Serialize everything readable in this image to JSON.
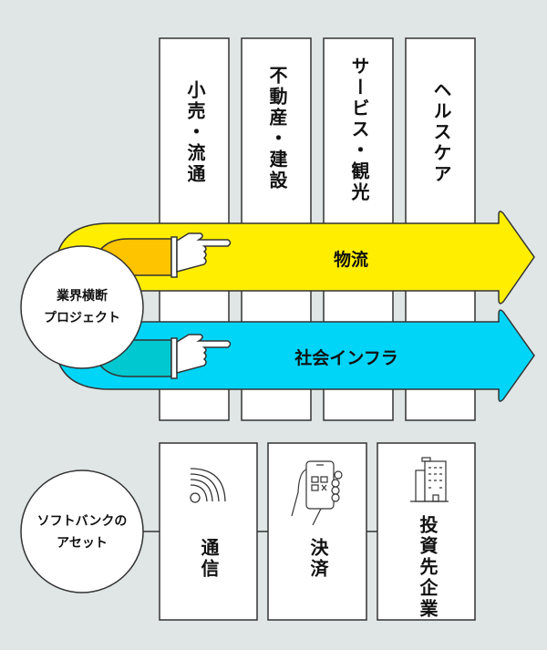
{
  "industries": [
    {
      "label": "小売・流通"
    },
    {
      "label": "不動産・建設"
    },
    {
      "label": "サービス・観光"
    },
    {
      "label": "ヘルスケア"
    }
  ],
  "cross_project": {
    "line1": "業界横断",
    "line2": "プロジェクト"
  },
  "arrows": [
    {
      "label": "物流",
      "color": "#ffee00",
      "sleeve_color": "#ffc400"
    },
    {
      "label": "社会インフラ",
      "color": "#00d4f7",
      "sleeve_color": "#00c8d0"
    }
  ],
  "assets_hub": {
    "line1": "ソフトバンクの",
    "line2": "アセット"
  },
  "assets": [
    {
      "label": "通信",
      "icon": "wifi-signal-icon"
    },
    {
      "label": "決済",
      "icon": "smartphone-qr-payment-icon"
    },
    {
      "label": "投資先企業",
      "icon": "office-building-icon"
    }
  ],
  "colors": {
    "background": "#dfe6e5",
    "stroke": "#333333",
    "box": "#ffffff"
  }
}
